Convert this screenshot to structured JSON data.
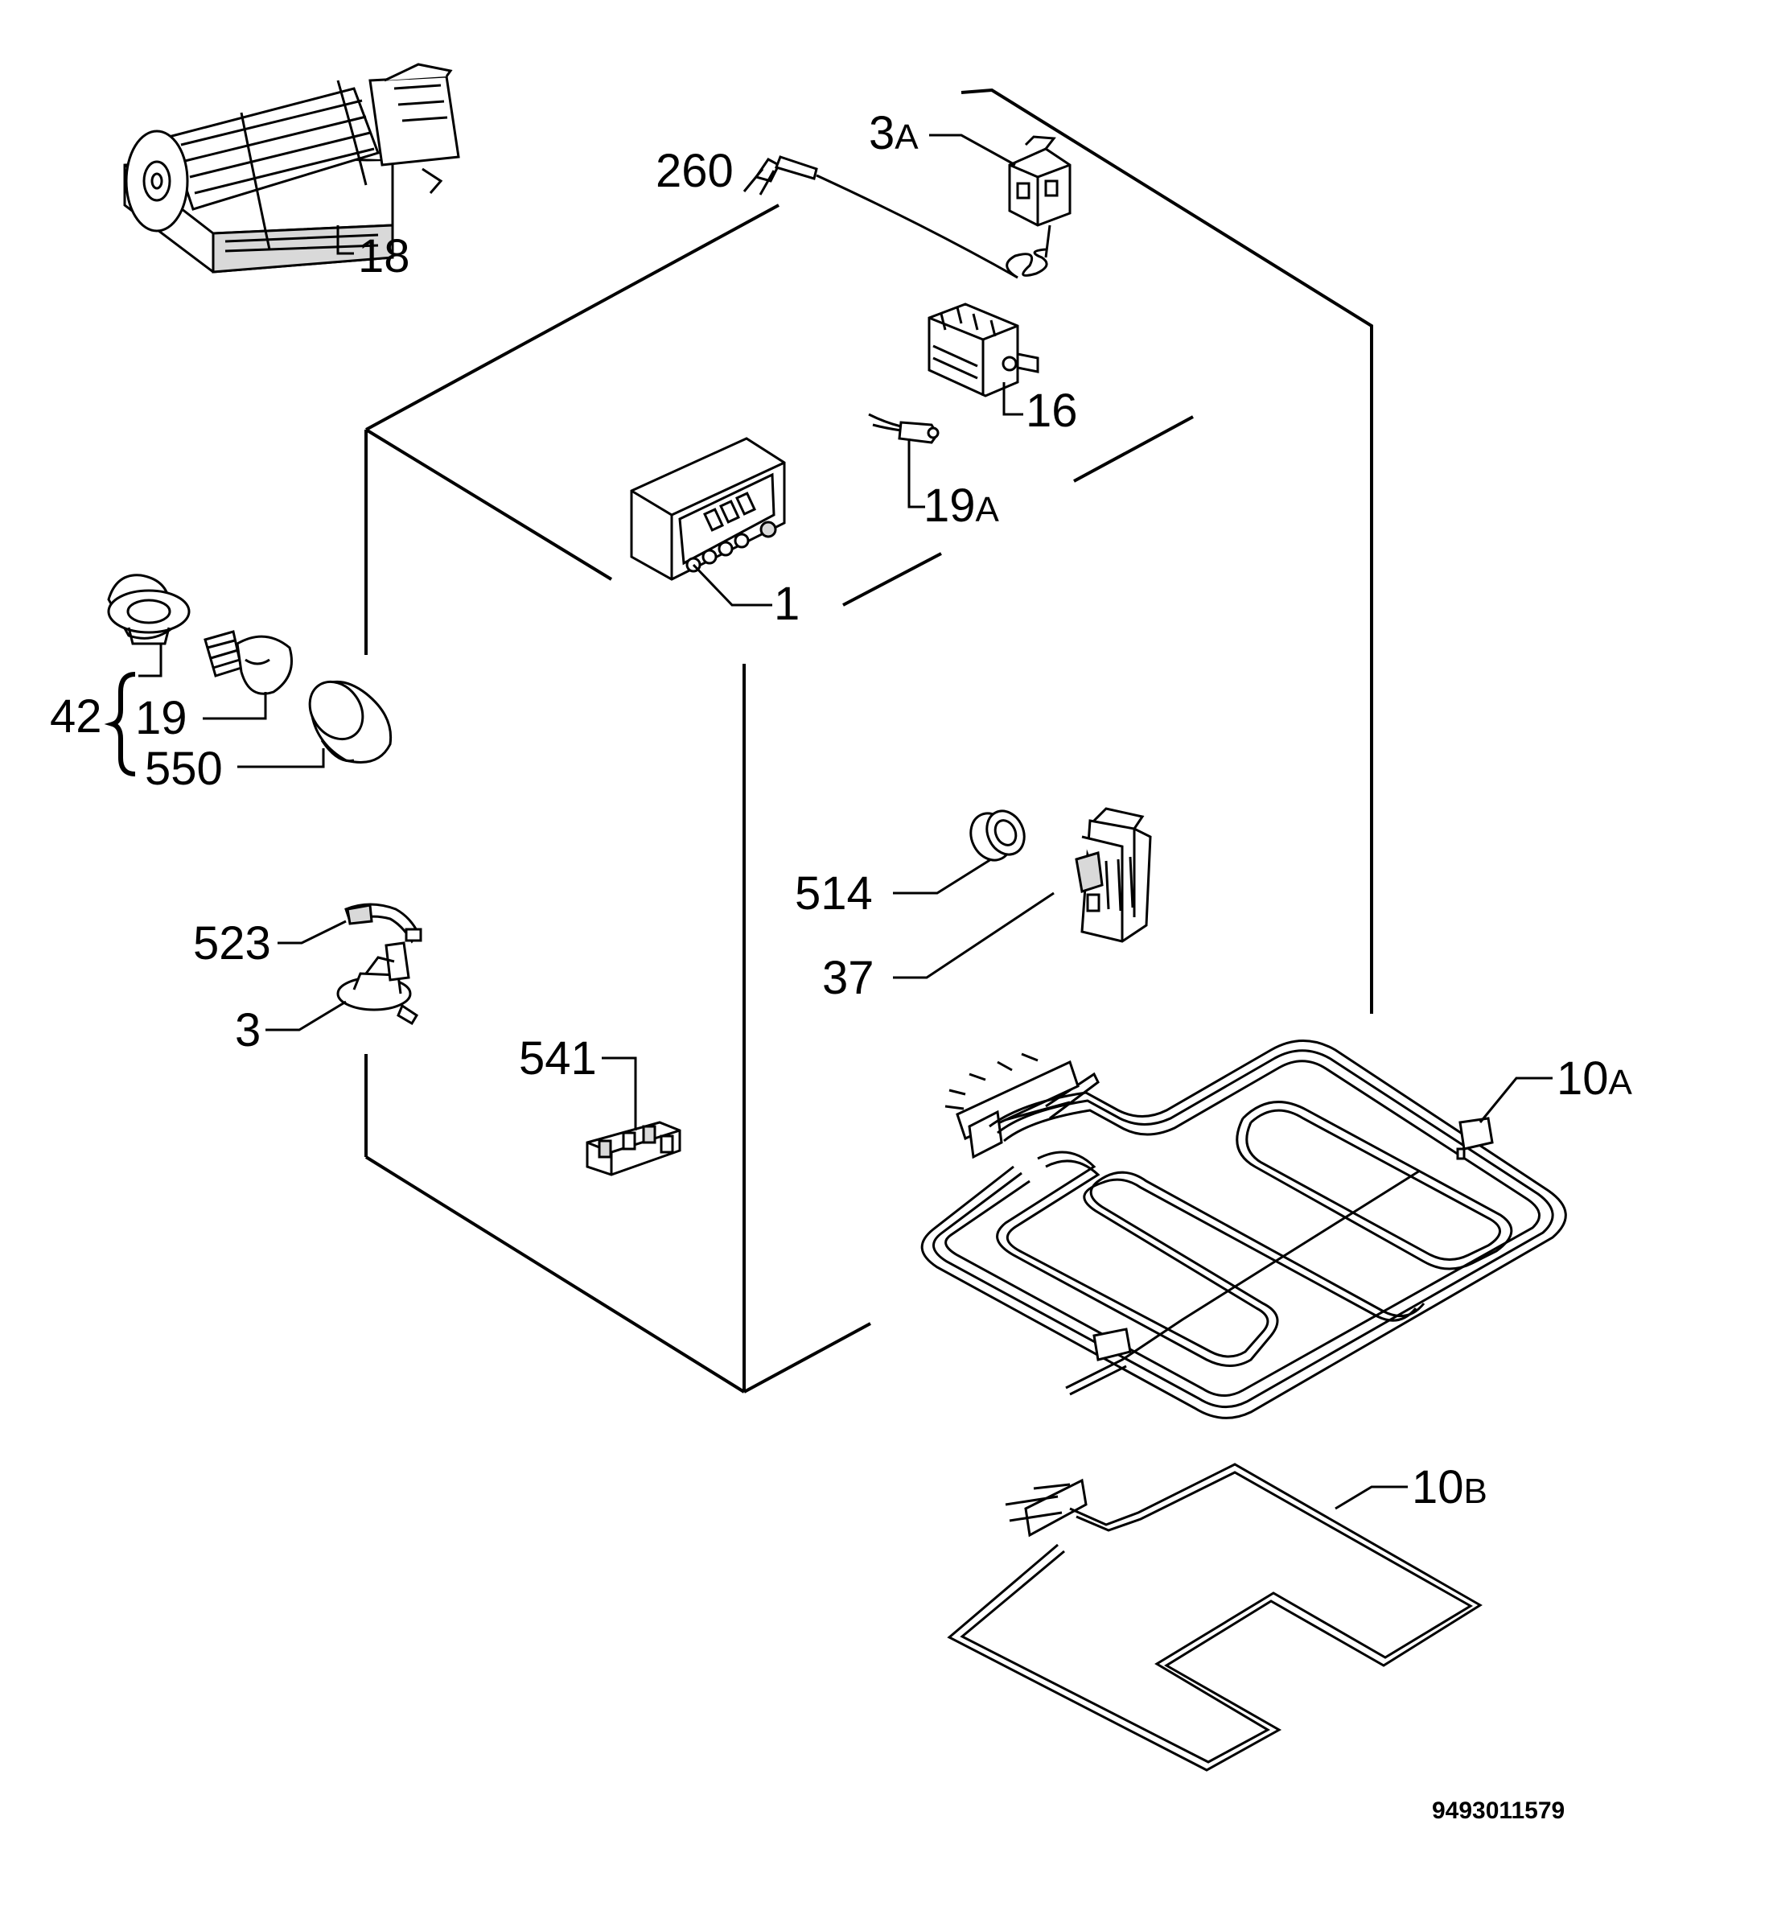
{
  "labels": {
    "p260": "260",
    "p3a_num": "3",
    "p3a_suf": "A",
    "p18": "18",
    "p16": "16",
    "p19a_num": "19",
    "p19a_suf": "A",
    "p1": "1",
    "p42": "42",
    "p19": "19",
    "p550": "550",
    "p514": "514",
    "p37": "37",
    "p523": "523",
    "p3": "3",
    "p541": "541",
    "p10a_num": "10",
    "p10a_suf": "A",
    "p10b_num": "10",
    "p10b_suf": "B"
  },
  "reference_number": "9493011579"
}
